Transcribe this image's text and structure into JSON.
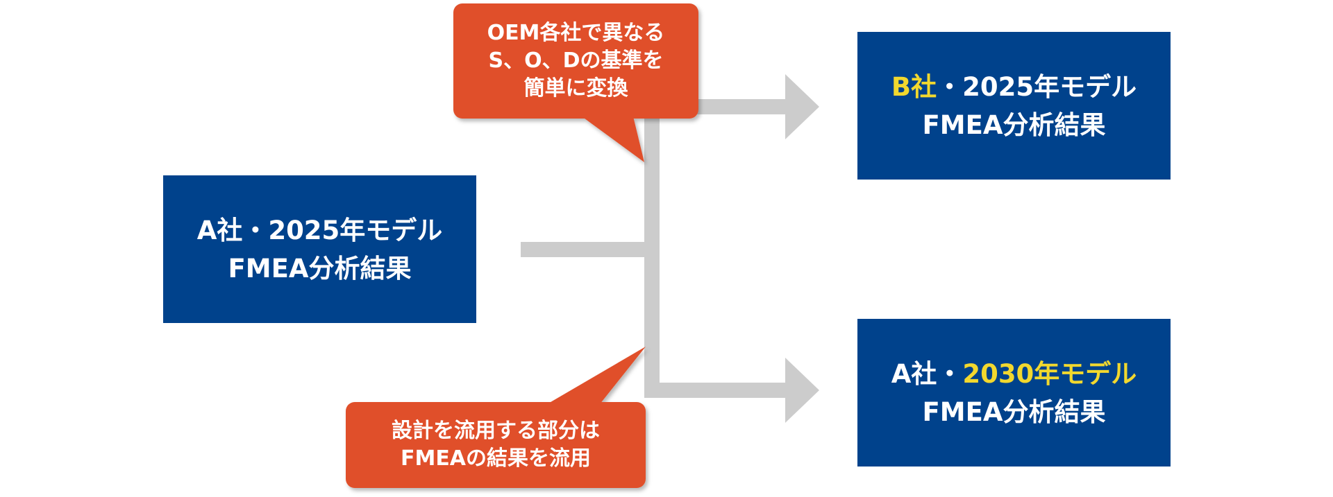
{
  "source_box": {
    "line1": "A社・2025年モデル",
    "line2": "FMEA分析結果"
  },
  "target_b": {
    "line1_highlight": "B社",
    "line1_rest": "・2025年モデル",
    "line2": "FMEA分析結果"
  },
  "target_a2030": {
    "line1_prefix": "A社・",
    "line1_highlight": "2030年モデル",
    "line2": "FMEA分析結果"
  },
  "callout_top": {
    "line1": "OEM各社で異なる",
    "line2": "S、O、Dの基準を",
    "line3": "簡単に変換"
  },
  "callout_bottom": {
    "line1": "設計を流用する部分は",
    "line2": "FMEAの結果を流用"
  },
  "colors": {
    "box_fill": "#00428C",
    "box_text": "#FFFFFF",
    "highlight_text": "#F2D82E",
    "callout_fill": "#E0502B",
    "connector": "#CCCCCC"
  }
}
